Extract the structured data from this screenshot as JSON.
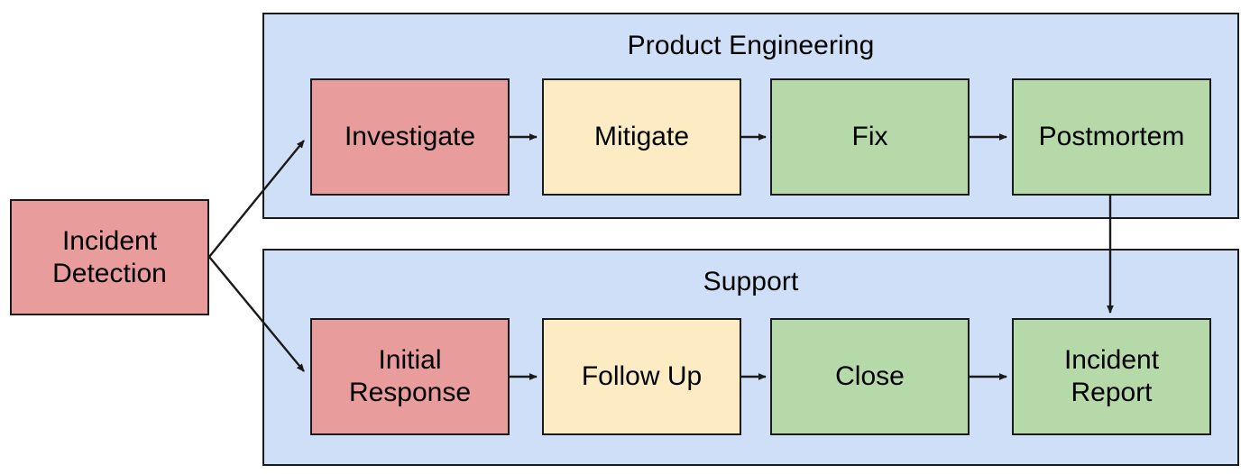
{
  "diagram": {
    "title_visible": false,
    "background": "#ffffff",
    "colors": {
      "lane_fill": "#cfdff7",
      "stroke": "#1a1a1a",
      "red": "#e99c9c",
      "cream": "#fdebc3",
      "green": "#b5d9a8",
      "text": "#000000"
    },
    "start_node": {
      "label": "Incident\nDetection",
      "fill": "red"
    },
    "lanes": [
      {
        "id": "product-engineering",
        "title": "Product Engineering",
        "steps": [
          {
            "id": "investigate",
            "label": "Investigate",
            "fill": "red"
          },
          {
            "id": "mitigate",
            "label": "Mitigate",
            "fill": "cream"
          },
          {
            "id": "fix",
            "label": "Fix",
            "fill": "green"
          },
          {
            "id": "postmortem",
            "label": "Postmortem",
            "fill": "green"
          }
        ]
      },
      {
        "id": "support",
        "title": "Support",
        "steps": [
          {
            "id": "initial-response",
            "label": "Initial\nResponse",
            "fill": "red"
          },
          {
            "id": "follow-up",
            "label": "Follow Up",
            "fill": "cream"
          },
          {
            "id": "close",
            "label": "Close",
            "fill": "green"
          },
          {
            "id": "incident-report",
            "label": "Incident\nReport",
            "fill": "green"
          }
        ]
      }
    ],
    "connections": [
      {
        "from": "incident-detection",
        "to": "investigate",
        "kind": "diagonal-arrow"
      },
      {
        "from": "incident-detection",
        "to": "initial-response",
        "kind": "diagonal-arrow"
      },
      {
        "from": "investigate",
        "to": "mitigate",
        "kind": "straight-arrow"
      },
      {
        "from": "mitigate",
        "to": "fix",
        "kind": "straight-arrow"
      },
      {
        "from": "fix",
        "to": "postmortem",
        "kind": "straight-arrow"
      },
      {
        "from": "initial-response",
        "to": "follow-up",
        "kind": "straight-arrow"
      },
      {
        "from": "follow-up",
        "to": "close",
        "kind": "straight-arrow"
      },
      {
        "from": "close",
        "to": "incident-report",
        "kind": "straight-arrow"
      },
      {
        "from": "postmortem",
        "to": "incident-report",
        "kind": "vertical-arrow"
      }
    ]
  }
}
